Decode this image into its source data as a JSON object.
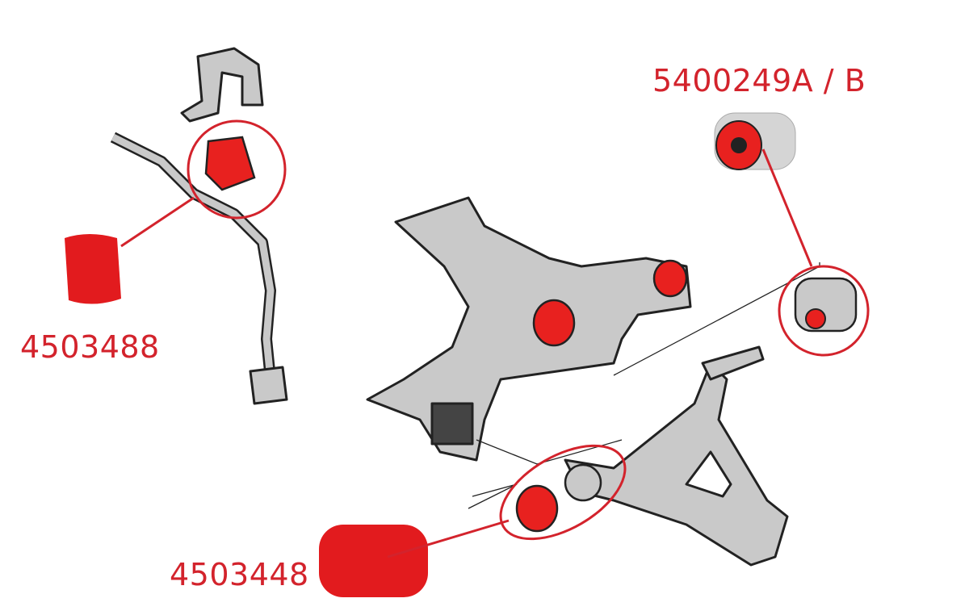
{
  "labels": {
    "sway_bar_bushing": "4503488",
    "rear_arm_bushing": "5400249A / B",
    "front_arm_bushing": "4503448"
  },
  "colors": {
    "accent": "#d3232c",
    "part": "#e8211f",
    "metal": "#c9c9c9",
    "outline": "#222222"
  }
}
